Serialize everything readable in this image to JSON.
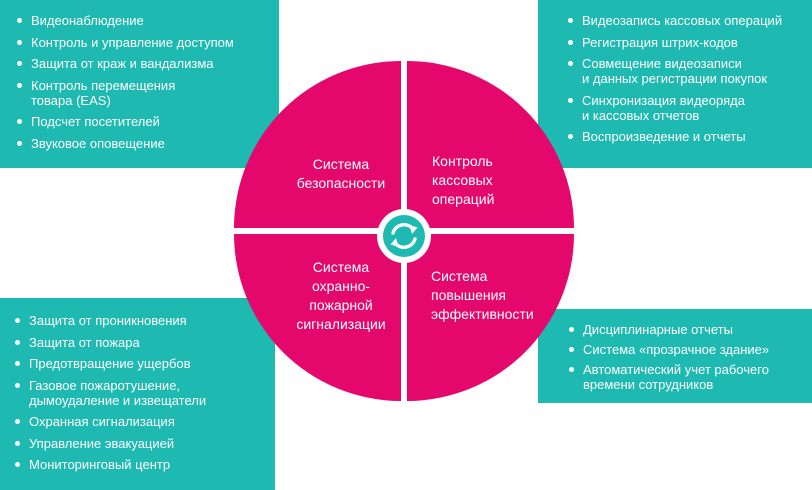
{
  "colors": {
    "teal": "#1ebab1",
    "magenta": "#e5086c",
    "white": "#ffffff"
  },
  "boxes": {
    "top_left": [
      "Видеонаблюдение",
      "Контроль и управление доступом",
      "Защита от краж и вандализма",
      "Контроль перемещения\nтовара (EAS)",
      "Подсчет посетителей",
      "Звуковое оповещение"
    ],
    "top_right": [
      "Видеозапись кассовых операций",
      "Регистрация штрих-кодов",
      "Совмещение видеозаписи\nи данных регистрации покупок",
      "Синхронизация видеоряда\nи кассовых отчетов",
      "Воспроизведение и отчеты"
    ],
    "bottom_left": [
      "Защита от проникновения",
      "Защита от пожара",
      "Предотвращение ущербов",
      "Газовое пожаротушение,\nдымоудаление и извещатели",
      "Охранная сигнализация",
      "Управление эвакуацией",
      "Мониторинговый центр"
    ],
    "bottom_right": [
      "Дисциплинарные отчеты",
      "Система «прозрачное здание»",
      "Автоматический учет рабочего\nвремени сотрудников"
    ]
  },
  "quadrants": {
    "top_left": "Система\nбезопасности",
    "top_right": "Контроль\nкассовых\nопераций",
    "bottom_left": "Система\nохранно-\nпожарной\nсигнализации",
    "bottom_right": "Система\nповышения\nэффективности"
  },
  "center_icon": "refresh-cycle-icon"
}
